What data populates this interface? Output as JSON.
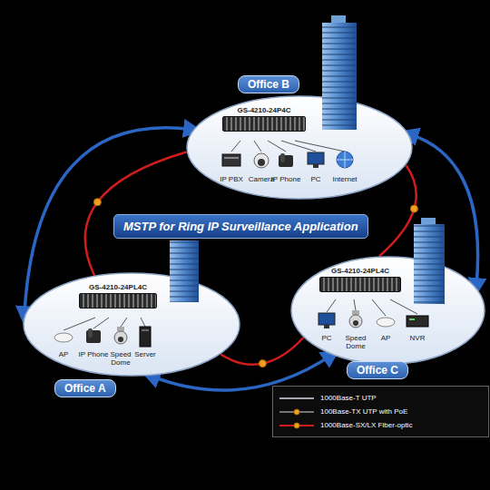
{
  "diagram": {
    "title": "MSTP for Ring IP Surveillance Application",
    "nodes": [
      {
        "text": [
          "Office B"
        ]
      },
      {
        "text": [
          "GS-4210-24P4C"
        ],
        "in": 0
      },
      {
        "text": [
          "Office A"
        ]
      },
      {
        "text": [
          "GS-4210-24PL4C"
        ],
        "in": 2
      },
      {
        "text": [
          "Office C"
        ]
      },
      {
        "text": [
          "GS-4210-24PL4C"
        ],
        "in": 4
      }
    ],
    "edges": [
      {
        "from": 0,
        "to": 4,
        "arrow": "none"
      },
      {
        "from": 4,
        "to": 2,
        "arrow": "none"
      },
      {
        "from": 2,
        "to": 0,
        "arrow": "none"
      },
      {
        "from": 2,
        "to": 0,
        "arrow": "both"
      },
      {
        "from": 0,
        "to": 4,
        "arrow": "both"
      },
      {
        "from": 4,
        "to": 2,
        "arrow": "both"
      }
    ],
    "labels": [
      "IP PBX",
      "Camera",
      "IP Phone",
      "PC",
      "Internet",
      "AP",
      "IP Phone",
      "Speed Dome",
      "Server",
      "PC",
      "Speed Dome",
      "AP",
      "NVR"
    ],
    "legend": [
      {
        "text": "1000Base-T UTP"
      },
      {
        "text": "100Base-TX UTP with PoE"
      },
      {
        "text": "1000Base-SX/LX Fiber-optic"
      }
    ]
  }
}
